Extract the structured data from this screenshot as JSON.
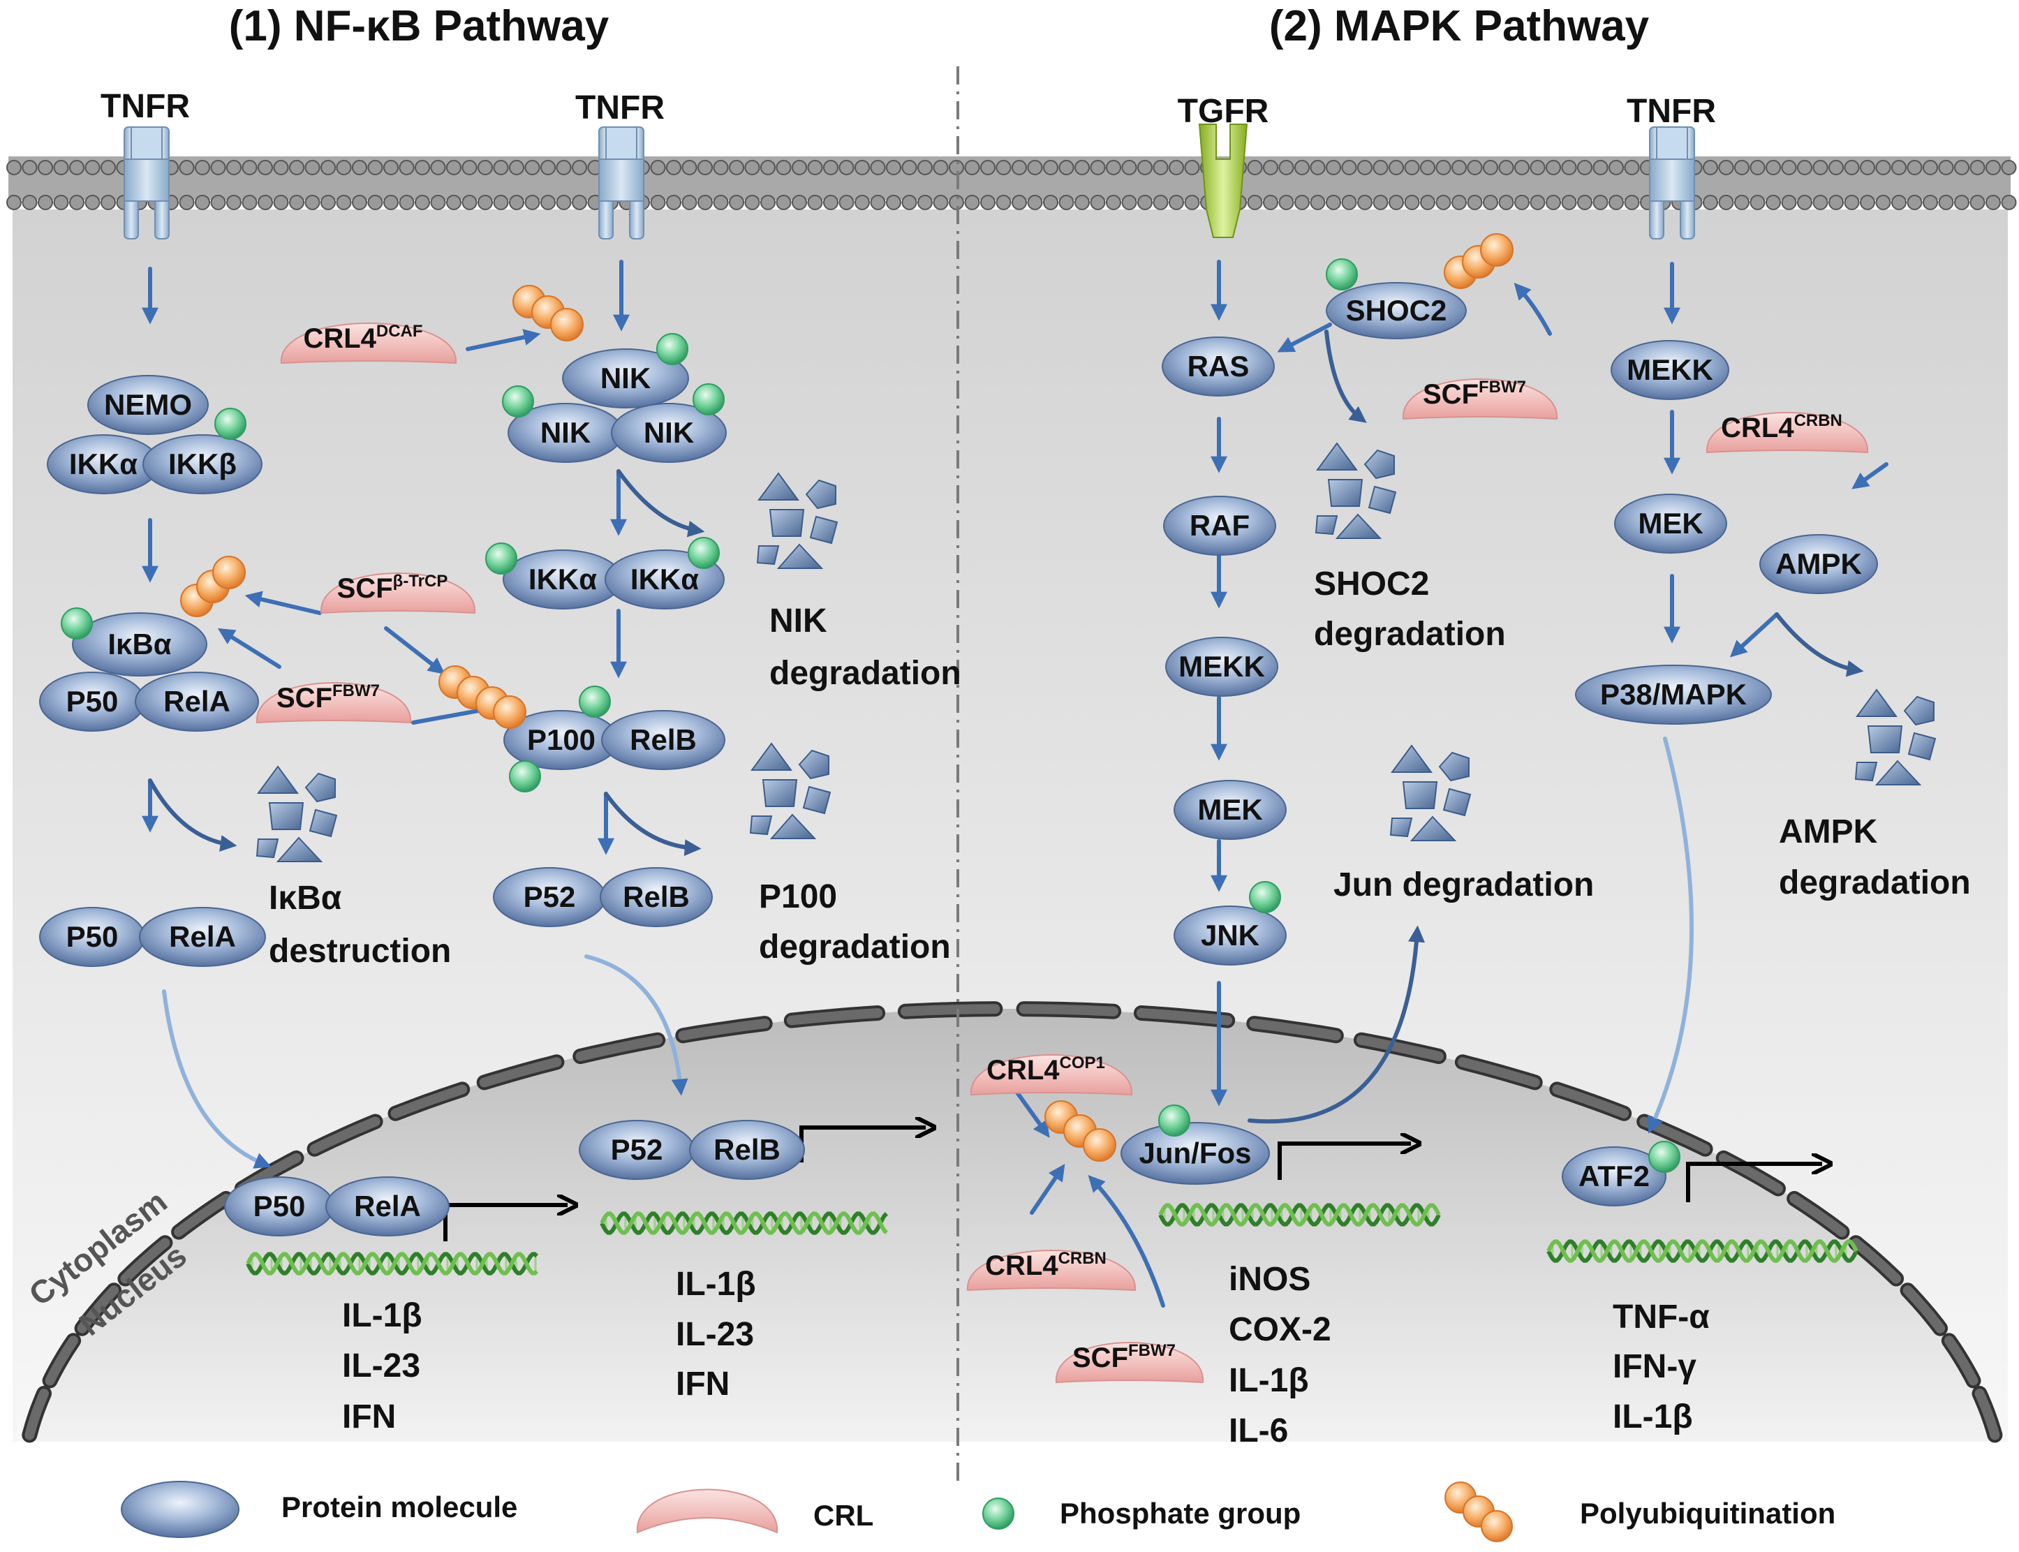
{
  "titles": {
    "nfkb": "(1) NF-κB Pathway",
    "mapk": "(2) MAPK Pathway"
  },
  "receptors": {
    "r1": "TNFR",
    "r2": "TNFR",
    "r3": "TGFR",
    "r4": "TNFR"
  },
  "compartments": {
    "cytoplasm": "Cytoplasm",
    "nucleus": "Nucleus"
  },
  "proteins": {
    "nemo": "NEMO",
    "ikka1": "IKKα",
    "ikkb": "IKKβ",
    "ikba": "IκBα",
    "p50a": "P50",
    "rela_a": "RelA",
    "p50b": "P50",
    "rela_b": "RelA",
    "p50c": "P50",
    "rela_c": "RelA",
    "nik1": "NIK",
    "nik2": "NIK",
    "nik3": "NIK",
    "ikka2": "IKKα",
    "ikka3": "IKKα",
    "p100": "P100",
    "relb1": "RelB",
    "p52a": "P52",
    "relb2": "RelB",
    "p52b": "P52",
    "relb3": "RelB",
    "ras": "RAS",
    "raf": "RAF",
    "mekk1": "MEKK",
    "mek1": "MEK",
    "jnk": "JNK",
    "shoc2": "SHOC2",
    "junfos": "Jun/Fos",
    "mekk2": "MEKK",
    "mek2": "MEK",
    "ampk": "AMPK",
    "p38": "P38/MAPK",
    "atf2": "ATF2"
  },
  "crls": {
    "crl4dcaf": {
      "base": "CRL4",
      "sup": "DCAF"
    },
    "scfbtrcp": {
      "base": "SCF",
      "sup": "β-TrCP"
    },
    "scffbw7a": {
      "base": "SCF",
      "sup": "FBW7"
    },
    "scffbw7b": {
      "base": "SCF",
      "sup": "FBW7"
    },
    "crl4crbna": {
      "base": "CRL4",
      "sup": "CRBN"
    },
    "crl4cop1": {
      "base": "CRL4",
      "sup": "COP1"
    },
    "crl4crbnb": {
      "base": "CRL4",
      "sup": "CRBN"
    },
    "scffbw7c": {
      "base": "SCF",
      "sup": "FBW7"
    }
  },
  "degradation": {
    "ikba_1": "IκBα",
    "ikba_2": "destruction",
    "nik_1": "NIK",
    "nik_2": "degradation",
    "p100_1": "P100",
    "p100_2": "degradation",
    "shoc2_1": "SHOC2",
    "shoc2_2": "degradation",
    "jun": "Jun degradation",
    "ampk_1": "AMPK",
    "ampk_2": "degradation"
  },
  "genes": {
    "g1": [
      "IL-1β",
      "IL-23",
      "IFN"
    ],
    "g2": [
      "IL-1β",
      "IL-23",
      "IFN"
    ],
    "g3": [
      "iNOS",
      "COX-2",
      "IL-1β",
      "IL-6"
    ],
    "g4": [
      "TNF-α",
      "IFN-γ",
      "IL-1β"
    ]
  },
  "legend": {
    "protein": "Protein molecule",
    "crl": "CRL",
    "phosphate": "Phosphate group",
    "polyub": "Polyubiquitination"
  },
  "colors": {
    "protein": "#5a78a8",
    "crl": "#e89a9a",
    "phosphate": "#4cbf80",
    "ubiquitin": "#f39a4a",
    "arrow": "#3c6fb5",
    "membrane": "#8c8c8c",
    "tgfr": "#a6cc3a",
    "tnfr": "#a9c4dd"
  }
}
